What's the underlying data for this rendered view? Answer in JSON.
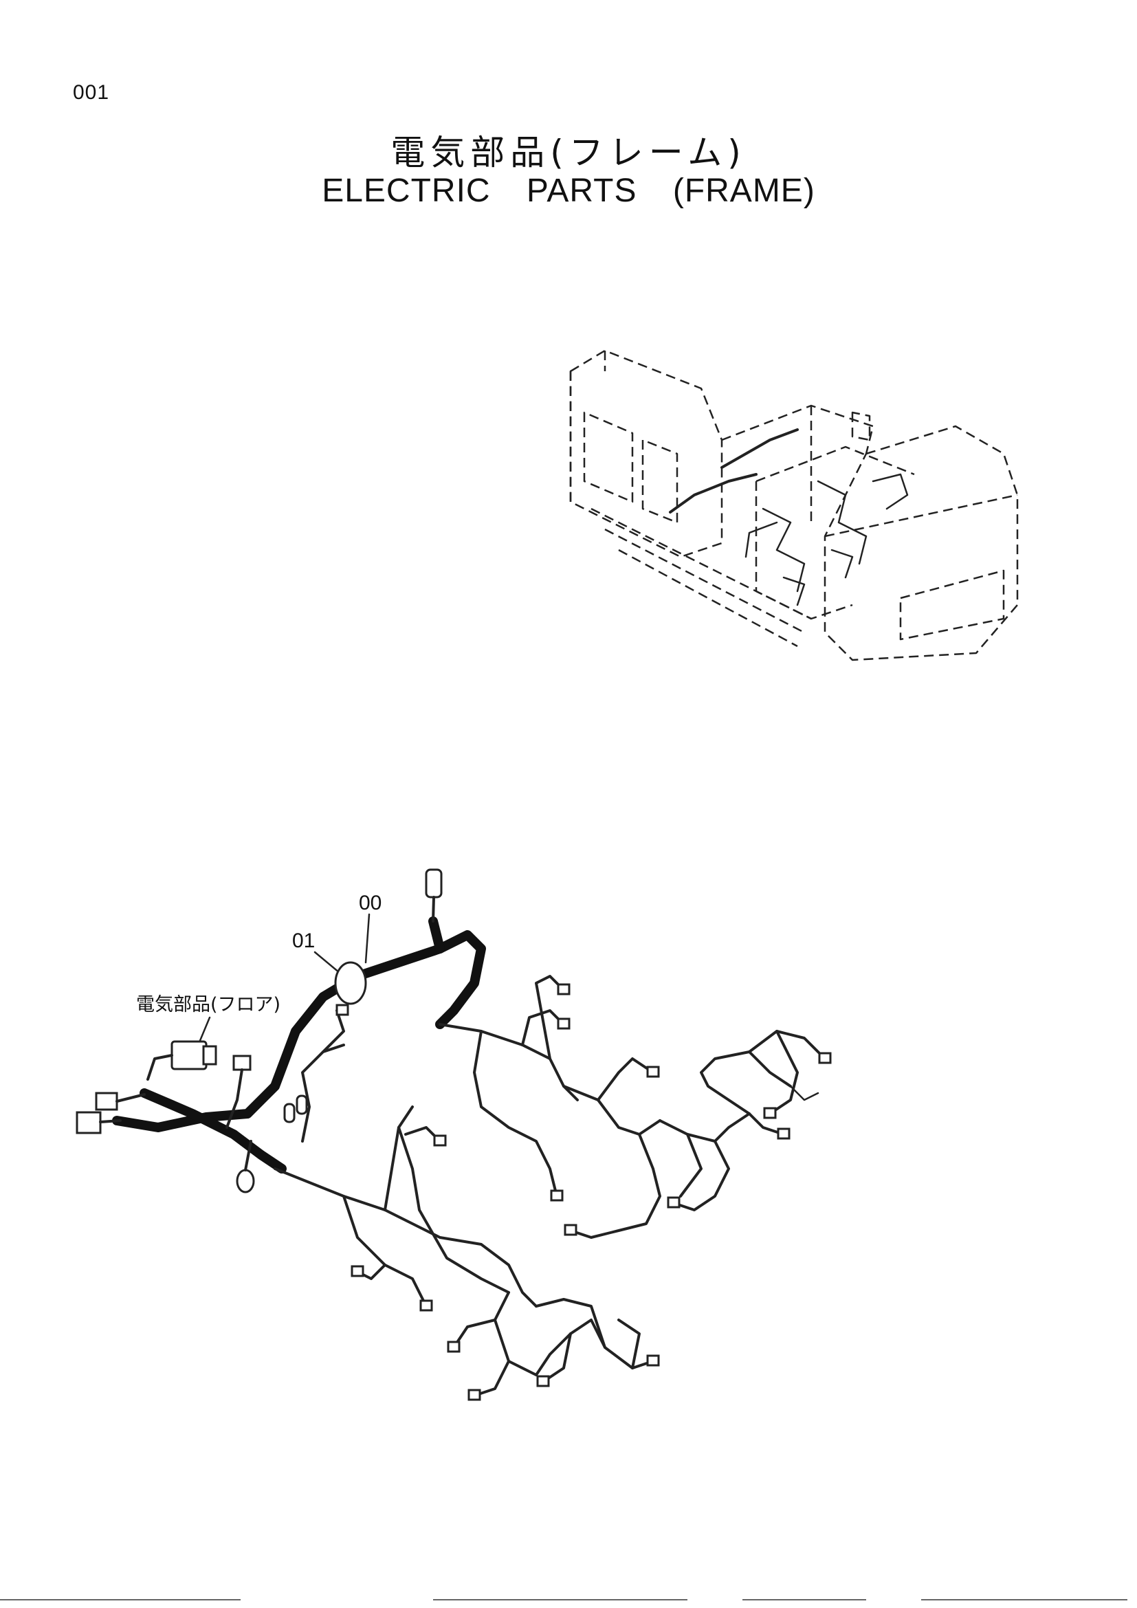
{
  "page": {
    "number": "001",
    "title_jp": "電気部品(フレーム)",
    "title_en": "ELECTRIC   PARTS (FRAME)"
  },
  "diagram": {
    "callouts": {
      "harness": "00",
      "clamp": "01",
      "floor_reference": "電気部品(フロア)"
    }
  }
}
